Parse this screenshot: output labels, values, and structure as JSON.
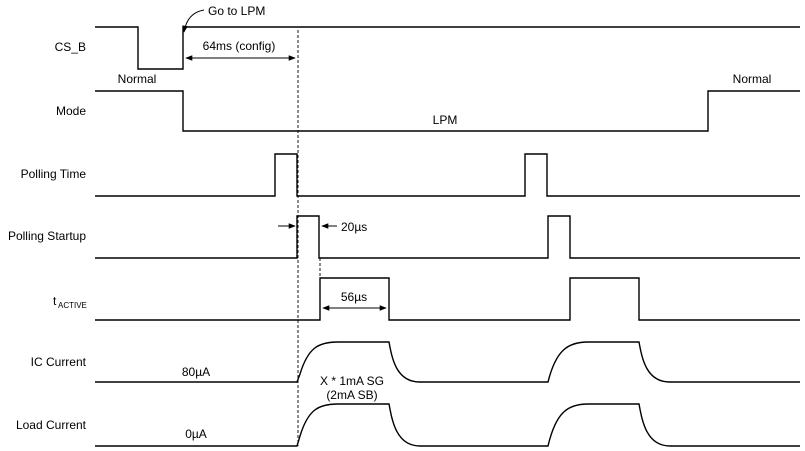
{
  "signals": {
    "cs_b": "CS_B",
    "mode": "Mode",
    "polling_time": "Polling Time",
    "polling_startup": "Polling Startup",
    "t_active_main": "t",
    "t_active_sub": "ACTIVE",
    "ic_current": "IC Current",
    "load_current": "Load Current"
  },
  "annotations": {
    "go_to_lpm": "Go to LPM",
    "delay": "64ms (config)",
    "normal_left": "Normal",
    "normal_right": "Normal",
    "lpm": "LPM",
    "startup_time": "20µs",
    "active_time": "56µs",
    "ic_idle": "80µA",
    "ic_active_line1": "X * 1mA SG",
    "ic_active_line2": "(2mA SB)",
    "load_idle": "0µA"
  }
}
